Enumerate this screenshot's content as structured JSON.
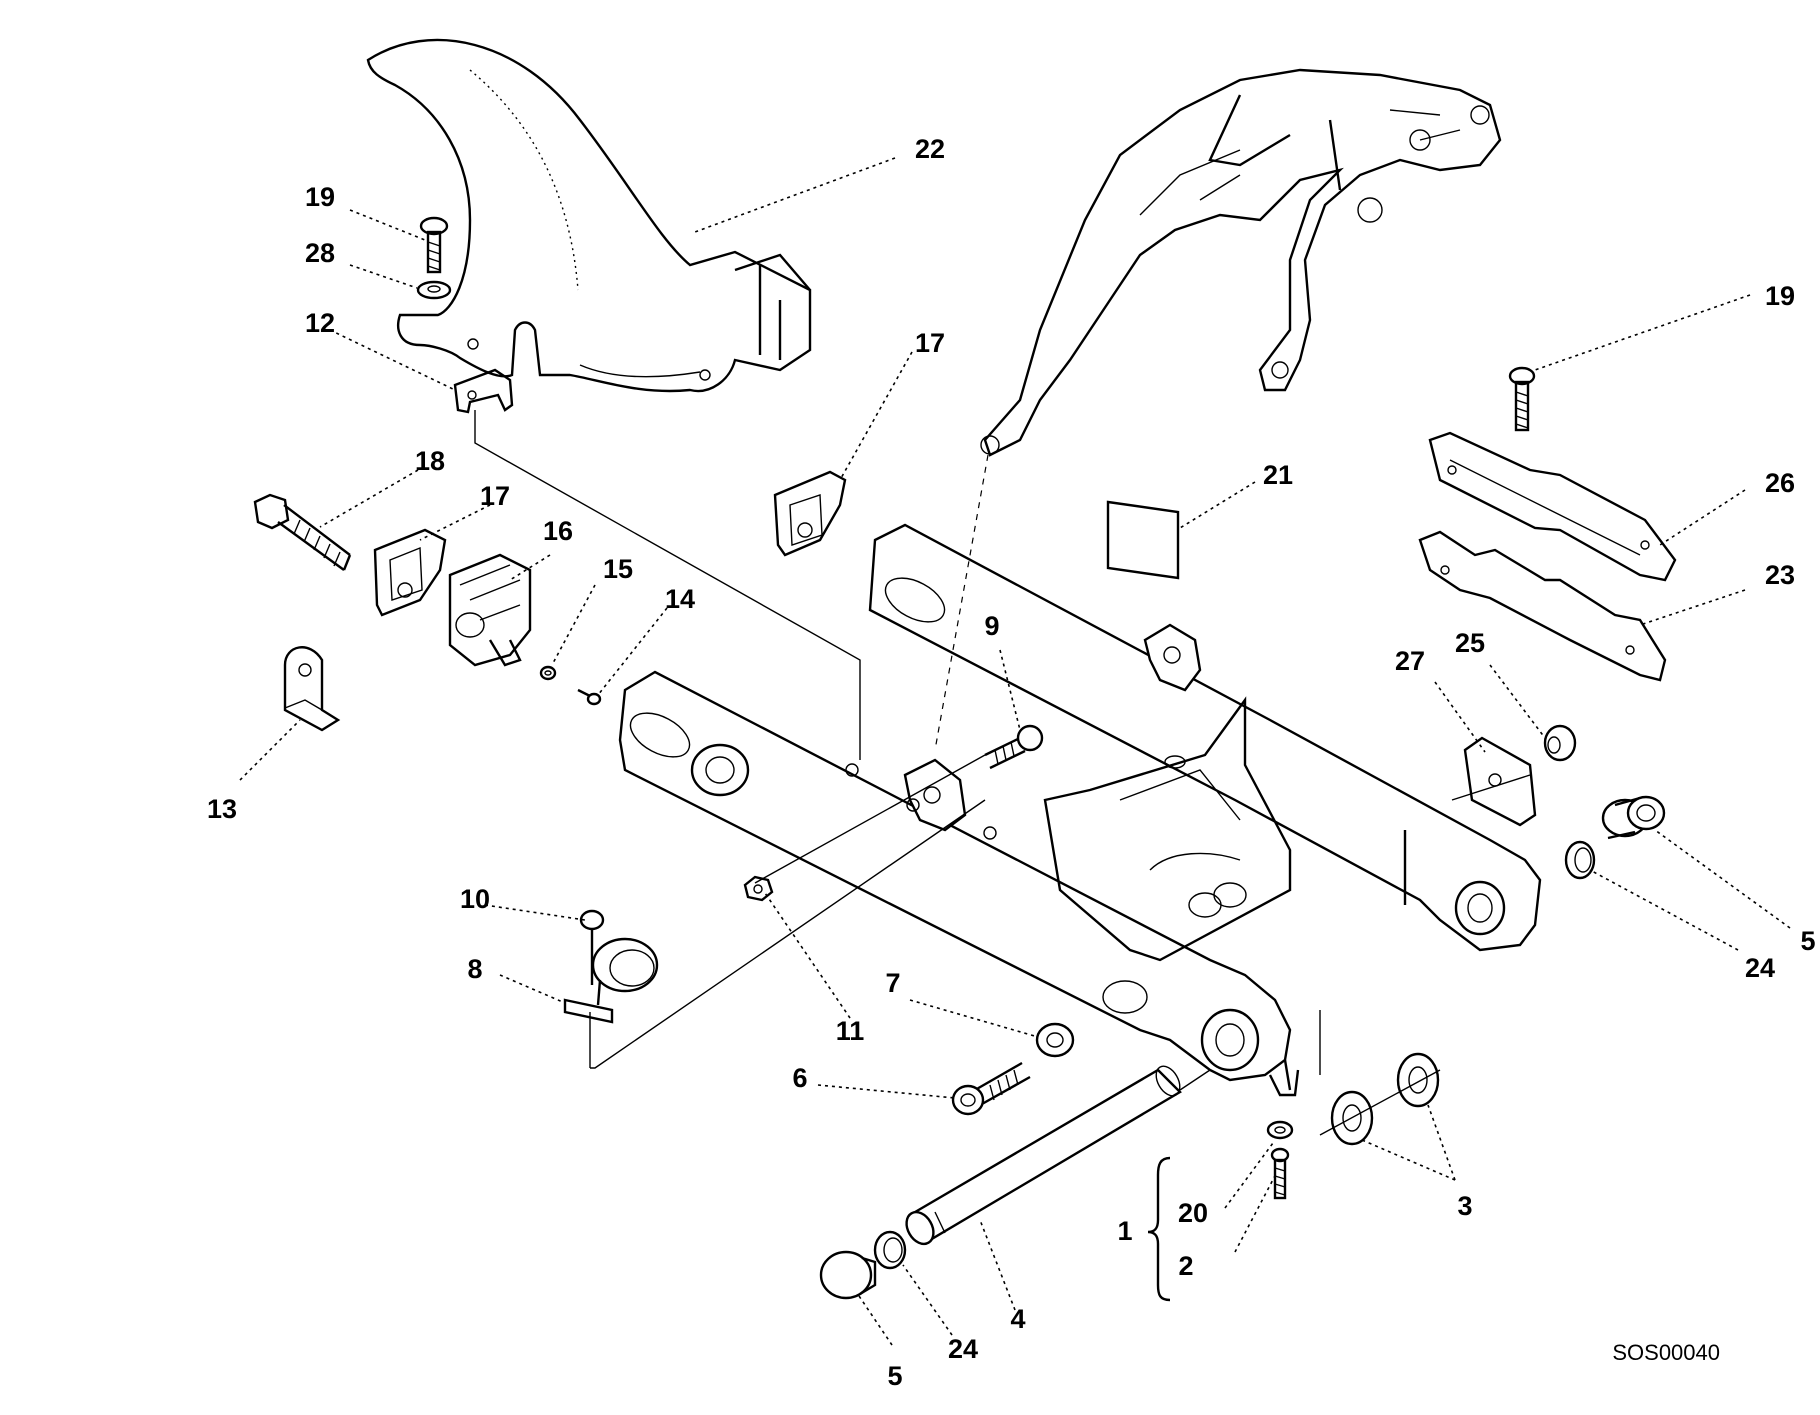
{
  "diagram": {
    "reference_code": "SOS00040",
    "callouts": [
      {
        "id": "c22",
        "text": "22"
      },
      {
        "id": "c19a",
        "text": "19"
      },
      {
        "id": "c28",
        "text": "28"
      },
      {
        "id": "c12",
        "text": "12"
      },
      {
        "id": "c17a",
        "text": "17"
      },
      {
        "id": "c18",
        "text": "18"
      },
      {
        "id": "c17b",
        "text": "17"
      },
      {
        "id": "c16",
        "text": "16"
      },
      {
        "id": "c15",
        "text": "15"
      },
      {
        "id": "c14",
        "text": "14"
      },
      {
        "id": "c13",
        "text": "13"
      },
      {
        "id": "c19b",
        "text": "19"
      },
      {
        "id": "c21",
        "text": "21"
      },
      {
        "id": "c26",
        "text": "26"
      },
      {
        "id": "c23",
        "text": "23"
      },
      {
        "id": "c9",
        "text": "9"
      },
      {
        "id": "c27",
        "text": "27"
      },
      {
        "id": "c25",
        "text": "25"
      },
      {
        "id": "c5a",
        "text": "5"
      },
      {
        "id": "c24a",
        "text": "24"
      },
      {
        "id": "c10",
        "text": "10"
      },
      {
        "id": "c8",
        "text": "8"
      },
      {
        "id": "c11",
        "text": "11"
      },
      {
        "id": "c7",
        "text": "7"
      },
      {
        "id": "c6",
        "text": "6"
      },
      {
        "id": "c3",
        "text": "3"
      },
      {
        "id": "c1",
        "text": "1"
      },
      {
        "id": "c20",
        "text": "20"
      },
      {
        "id": "c2",
        "text": "2"
      },
      {
        "id": "c4",
        "text": "4"
      },
      {
        "id": "c5b",
        "text": "5"
      },
      {
        "id": "c24b",
        "text": "24"
      }
    ]
  }
}
